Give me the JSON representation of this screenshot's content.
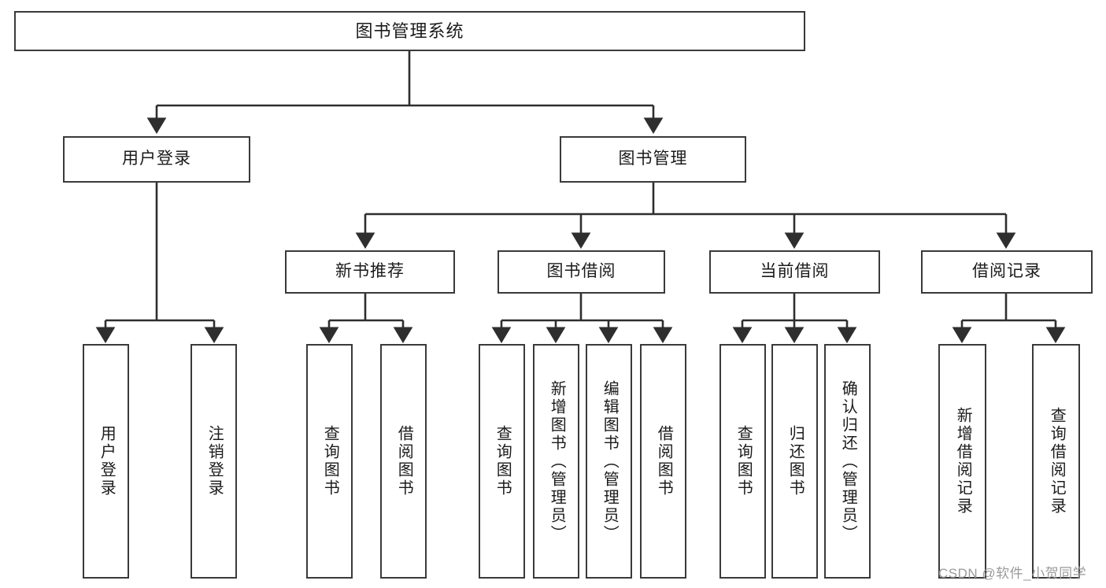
{
  "diagram": {
    "title": "图书管理系统",
    "type": "functional-structure-tree",
    "stroke_color": "#3a3a3a",
    "fill_color": "#ffffff",
    "text_color": "#1b1b1b",
    "watermark": "CSDN @软件_小贺同学",
    "nodes": {
      "root": {
        "label": "图书管理系统",
        "level": 0,
        "orientation": "horizontal"
      },
      "l1_user_login": {
        "label": "用户登录",
        "level": 1,
        "orientation": "horizontal"
      },
      "l1_book_mgmt": {
        "label": "图书管理",
        "level": 1,
        "orientation": "horizontal"
      },
      "l2_new_book_rec": {
        "label": "新书推荐",
        "level": 2,
        "orientation": "horizontal"
      },
      "l2_book_borrow": {
        "label": "图书借阅",
        "level": 2,
        "orientation": "horizontal"
      },
      "l2_current_borrow": {
        "label": "当前借阅",
        "level": 2,
        "orientation": "horizontal"
      },
      "l2_borrow_record": {
        "label": "借阅记录",
        "level": 2,
        "orientation": "horizontal"
      },
      "leaf_user_login": {
        "label": "用户登录",
        "level": 3,
        "orientation": "vertical",
        "parent": "l1_user_login"
      },
      "leaf_user_logout": {
        "label": "注销登录",
        "level": 3,
        "orientation": "vertical",
        "parent": "l1_user_login"
      },
      "leaf_rec_query_book": {
        "label": "查询图书",
        "level": 3,
        "orientation": "vertical",
        "parent": "l2_new_book_rec"
      },
      "leaf_rec_borrow_book": {
        "label": "借阅图书",
        "level": 3,
        "orientation": "vertical",
        "parent": "l2_new_book_rec"
      },
      "leaf_borrow_query_book": {
        "label": "查询图书",
        "level": 3,
        "orientation": "vertical",
        "parent": "l2_book_borrow"
      },
      "leaf_borrow_add_book": {
        "label": "新增图书（管理员）",
        "level": 3,
        "orientation": "vertical",
        "parent": "l2_book_borrow"
      },
      "leaf_borrow_edit_book": {
        "label": "编辑图书（管理员）",
        "level": 3,
        "orientation": "vertical",
        "parent": "l2_book_borrow"
      },
      "leaf_borrow_borrow_book": {
        "label": "借阅图书",
        "level": 3,
        "orientation": "vertical",
        "parent": "l2_book_borrow"
      },
      "leaf_cur_query_book": {
        "label": "查询图书",
        "level": 3,
        "orientation": "vertical",
        "parent": "l2_current_borrow"
      },
      "leaf_cur_return_book": {
        "label": "归还图书",
        "level": 3,
        "orientation": "vertical",
        "parent": "l2_current_borrow"
      },
      "leaf_cur_confirm_return": {
        "label": "确认归还（管理员）",
        "level": 3,
        "orientation": "vertical",
        "parent": "l2_current_borrow"
      },
      "leaf_rec_add_record": {
        "label": "新增借阅记录",
        "level": 3,
        "orientation": "vertical",
        "parent": "l2_borrow_record"
      },
      "leaf_rec_query_record": {
        "label": "查询借阅记录",
        "level": 3,
        "orientation": "vertical",
        "parent": "l2_borrow_record"
      }
    }
  }
}
